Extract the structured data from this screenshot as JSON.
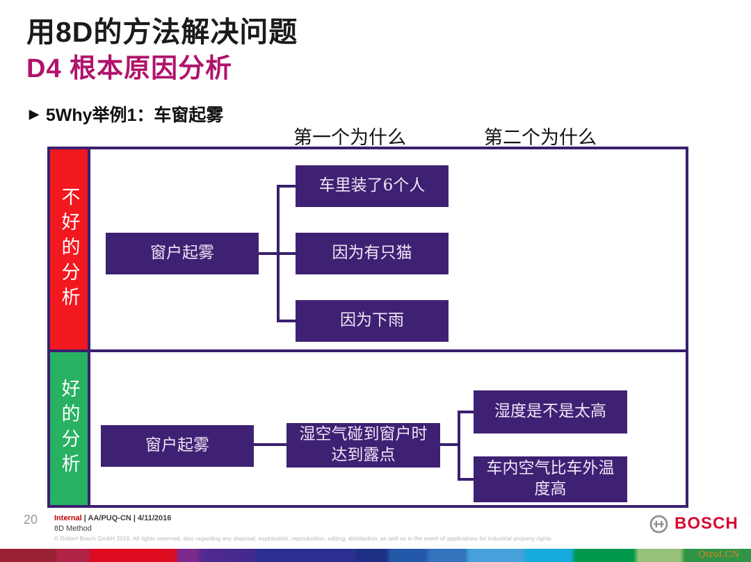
{
  "slide": {
    "title": "用8D的方法解决问题",
    "subtitle": "D4 根本原因分析",
    "bullet": {
      "marker": "▶",
      "text": "5Why举例1：车窗起雾"
    },
    "column_headers": {
      "first": "第一个为什么",
      "second": "第二个为什么"
    }
  },
  "diagram": {
    "bad": {
      "label": "不好的分析",
      "problem": "窗户起雾",
      "whys": [
        "车里装了6个人",
        "因为有只猫",
        "因为下雨"
      ]
    },
    "good": {
      "label": "好的分析",
      "problem": "窗户起雾",
      "why1": "湿空气碰到窗户时达到露点",
      "why2": [
        "湿度是不是太高",
        "车内空气比车外温度高"
      ]
    }
  },
  "footer": {
    "page_number": "20",
    "classification": "Internal",
    "meta": "| AA/PUQ-CN | 4/11/2016",
    "doc_title": "8D Method",
    "copyright": "© Robert Bosch GmbH 2016. All rights reserved, also regarding any disposal, exploitation, reproduction, editing, distribution, as well as in the event of applications for industrial property rights.",
    "brand": "BOSCH",
    "watermark": "Qtrol.CN"
  },
  "colors": {
    "subtitle_accent": "#b0136b",
    "box_purple": "#3e2173",
    "connector_purple": "#3a1f6e",
    "bad_bar_red": "#f2181f",
    "good_bar_green": "#28b163",
    "bosch_red": "#d50c2f",
    "internal_red": "#c00000",
    "watermark_orange": "#e0821d",
    "stripe_colors": [
      "#9a2033",
      "#b02346",
      "#dd0b20",
      "#7d2a8d",
      "#41298e",
      "#2c2f8f",
      "#1e2f86",
      "#2458a8",
      "#3372bd",
      "#46a0d9",
      "#16aadd",
      "#00984a",
      "#97c178",
      "#2f9447"
    ]
  }
}
